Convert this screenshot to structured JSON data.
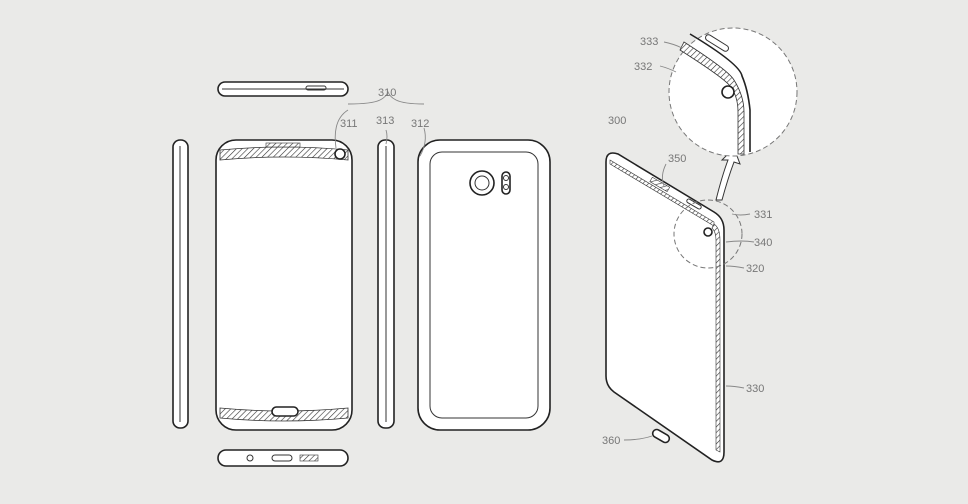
{
  "figure": {
    "labels": {
      "device_group": "310",
      "front_edge": "311",
      "side_view": "313",
      "rear_view": "312",
      "device": "300",
      "detail_333": "333",
      "detail_332": "332",
      "speaker": "350",
      "part_331": "331",
      "part_340": "340",
      "part_320": "320",
      "part_330": "330",
      "home_button": "360"
    }
  }
}
